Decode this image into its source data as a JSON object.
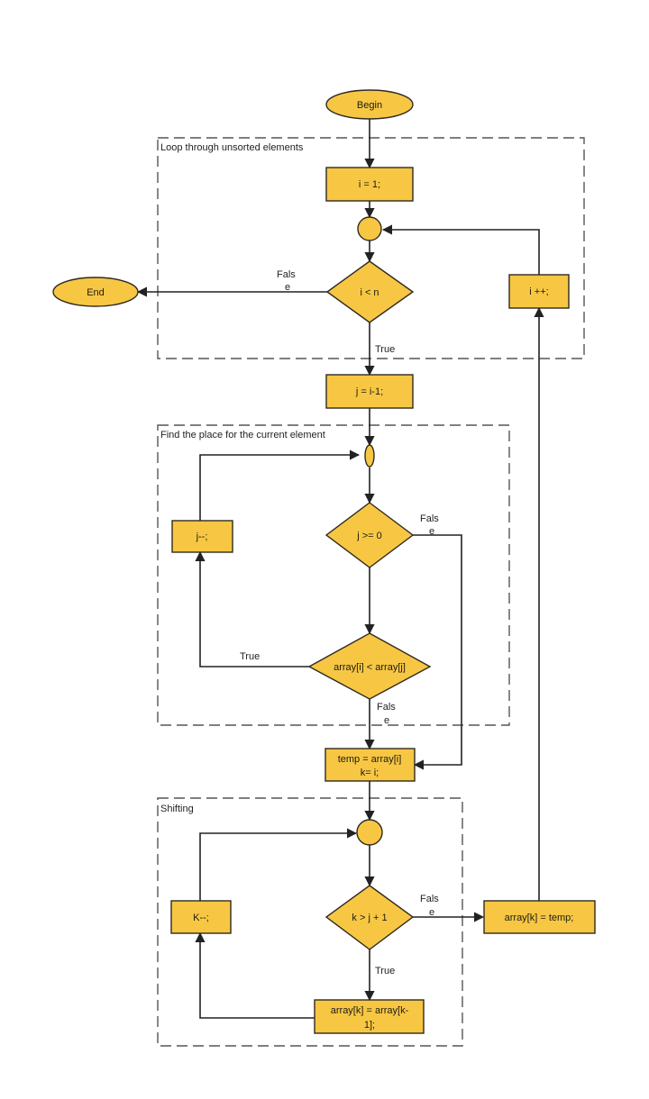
{
  "groups": {
    "loop": "Loop through unsorted elements",
    "find": "Find the place for the current element",
    "shift": "Shifting"
  },
  "nodes": {
    "begin": "Begin",
    "end": "End",
    "init_i": "i = 1;",
    "cond_i": "i < n",
    "inc_i": "i ++;",
    "init_j": "j = i-1;",
    "cond_j": "j >= 0",
    "cond_cmp": "array[i] < array[j]",
    "dec_j": "j--;",
    "temp_1": "temp = array[i]",
    "temp_2": "k= i;",
    "cond_k": "k > j + 1",
    "dec_k": "K--;",
    "shift_1": "array[k] = array[k-",
    "shift_2": "1];",
    "assign": "array[k] = temp;"
  },
  "edge_labels": {
    "false_end_1": "Fals",
    "false_end_2": "e",
    "true_loop": "True",
    "false_j_1": "Fals",
    "false_j_2": "e",
    "true_cmp": "True",
    "false_cmp_1": "Fals",
    "false_cmp_2": "e",
    "false_k_1": "Fals",
    "false_k_2": "e",
    "true_k": "True"
  }
}
